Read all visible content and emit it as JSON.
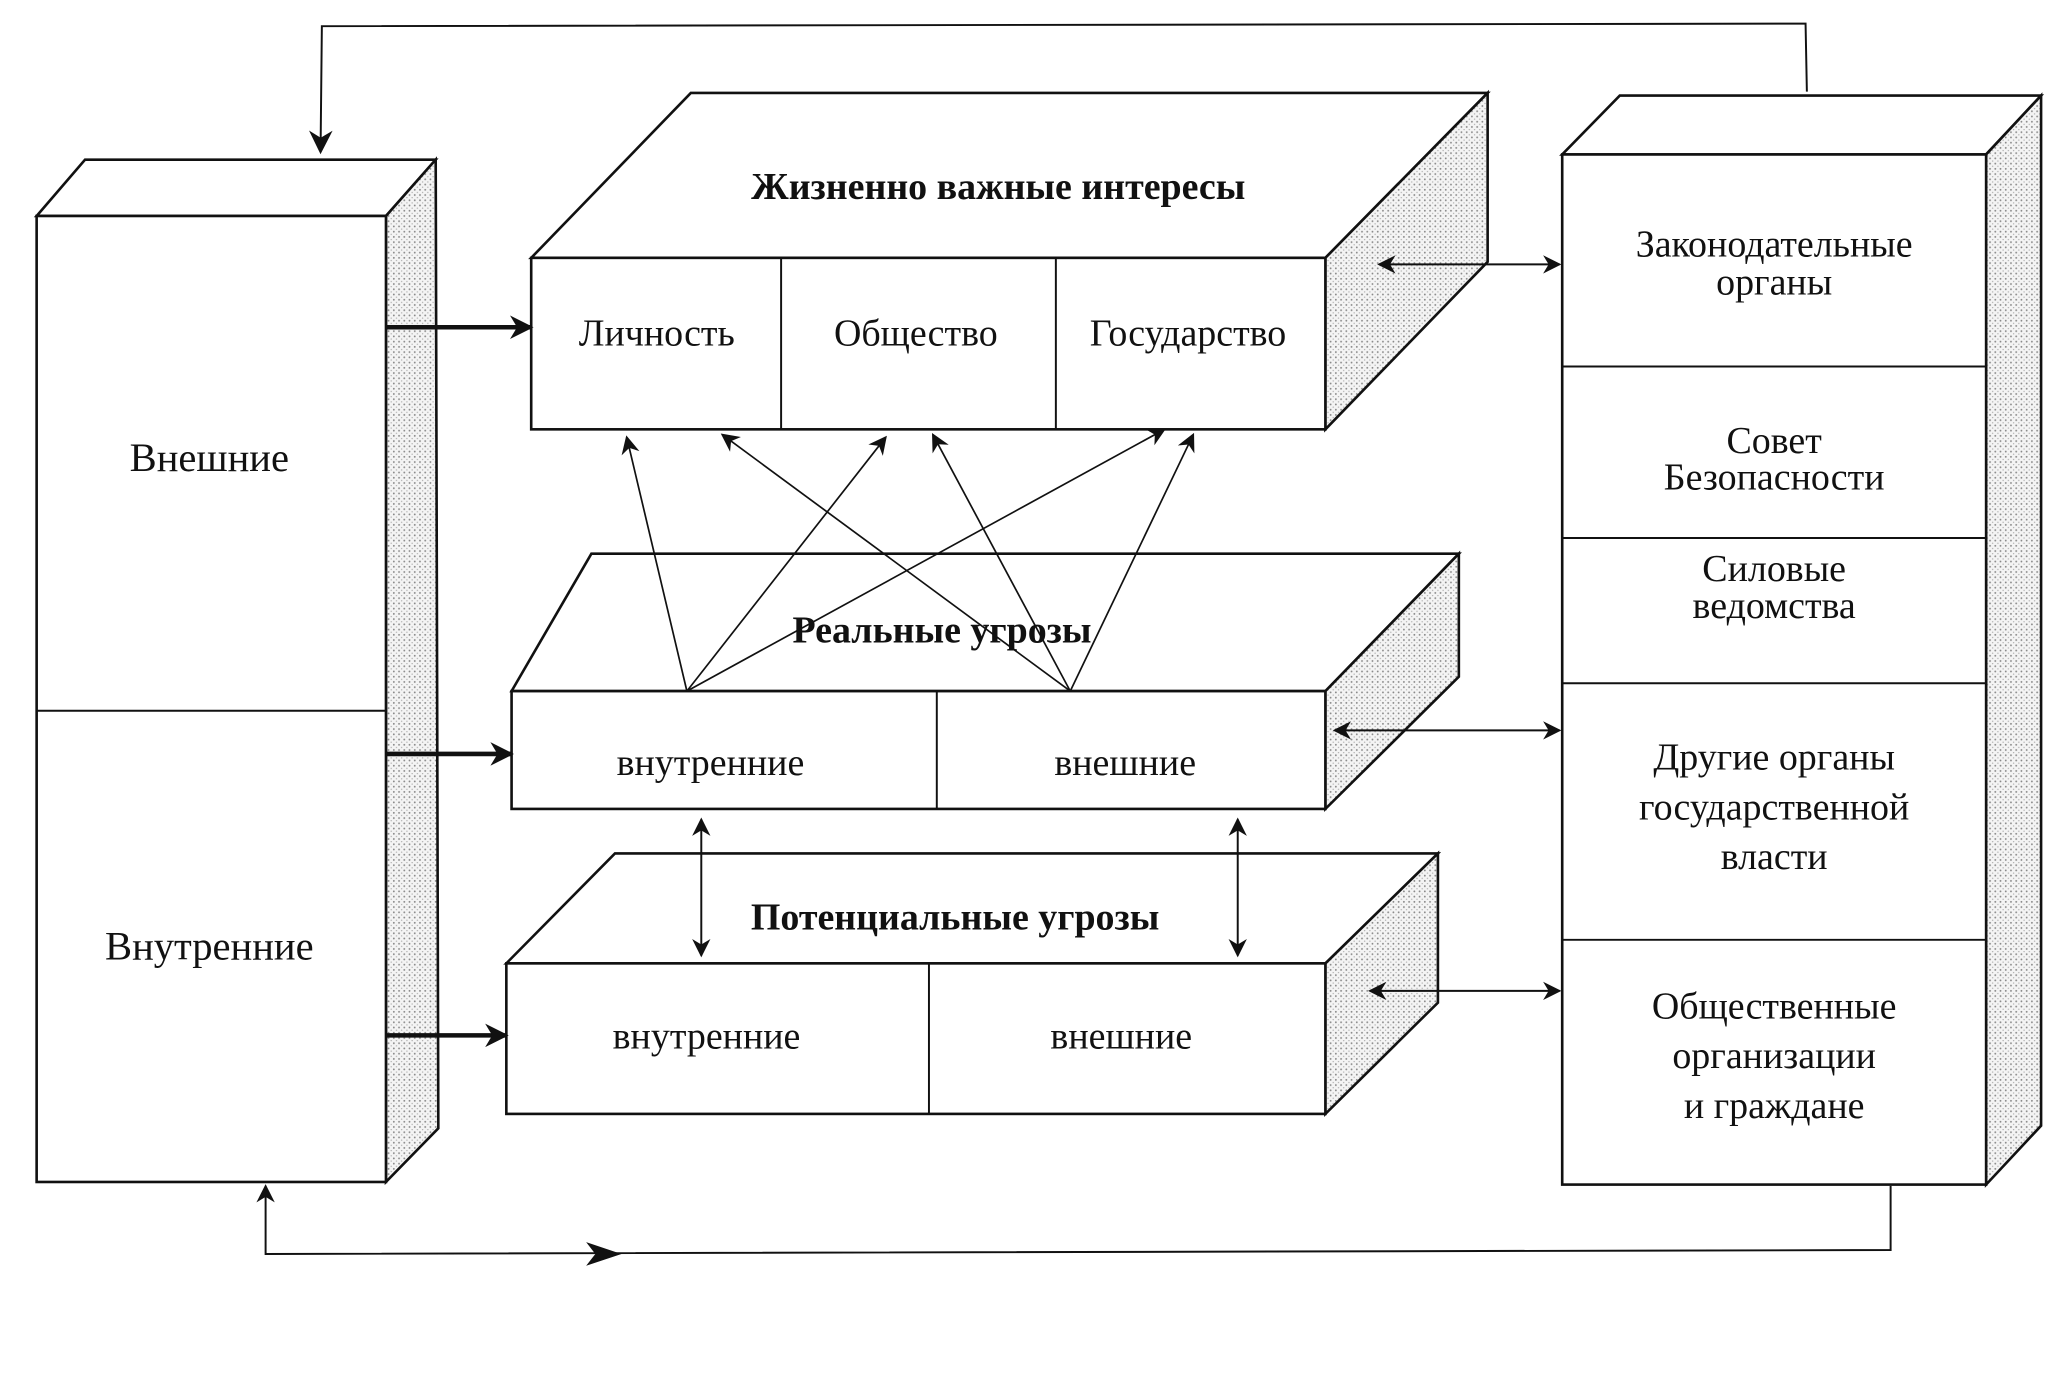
{
  "diagram": {
    "top_box": {
      "title": "Жизненно важные интересы",
      "cells": [
        "Личность",
        "Общество",
        "Государство"
      ]
    },
    "real_threats_box": {
      "title": "Реальные угрозы",
      "cells": [
        "внутренние",
        "внешние"
      ]
    },
    "potential_threats_box": {
      "title": "Потенциальные угрозы",
      "cells": [
        "внутренние",
        "внешние"
      ]
    },
    "left_column": {
      "cells": [
        "Внешние",
        "Внутренние"
      ]
    },
    "right_column": {
      "cells": [
        [
          "Законодательные",
          "органы"
        ],
        [
          "Совет",
          "Безопасности"
        ],
        [
          "Силовые",
          "ведомства"
        ],
        [
          "Другие органы",
          "государственной",
          "власти"
        ],
        [
          "Общественные",
          "организации",
          "и граждане"
        ]
      ]
    }
  }
}
